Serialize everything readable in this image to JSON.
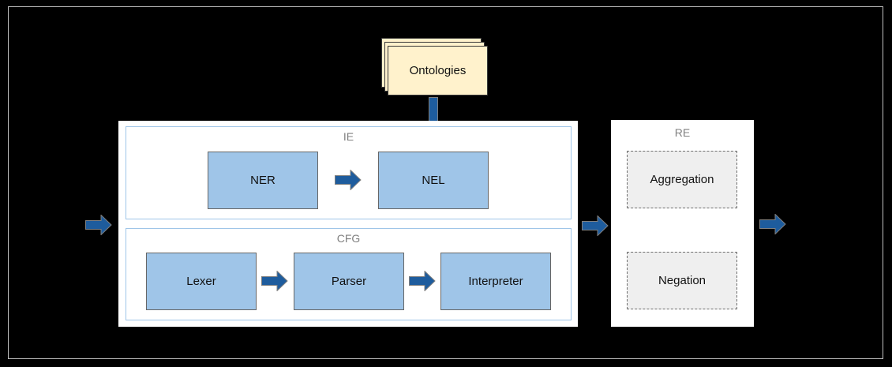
{
  "colors": {
    "background": "#000000",
    "frame-border": "#c0c0c0",
    "panel-bg": "#ffffff",
    "node-fill": "#9fc5e8",
    "node-border": "#666666",
    "section-border": "#9fc5e8",
    "section-label": "#808080",
    "arrow-blue": "#1e5c9d",
    "arrow-outline": "#808080",
    "ontology-fill": "#fff2cc",
    "ontology-border": "#383838",
    "dashed-fill": "#efefef",
    "dashed-border": "#6e6e6e"
  },
  "ontology": {
    "label": "Ontologies"
  },
  "sections": {
    "ie": {
      "label": "IE",
      "boxes": [
        {
          "label": "NER"
        },
        {
          "label": "NEL"
        }
      ]
    },
    "cfg": {
      "label": "CFG",
      "boxes": [
        {
          "label": "Lexer"
        },
        {
          "label": "Parser"
        },
        {
          "label": "Interpreter"
        }
      ]
    },
    "re": {
      "label": "RE",
      "boxes": [
        {
          "label": "Aggregation"
        },
        {
          "label": "Negation"
        }
      ]
    }
  },
  "edges": [
    {
      "name": "input-arrow",
      "from": "input",
      "to": "pipeline-panel"
    },
    {
      "name": "ontologies-to-nel-arrow",
      "from": "Ontologies",
      "to": "NEL"
    },
    {
      "name": "ner-to-nel-arrow",
      "from": "NER",
      "to": "NEL"
    },
    {
      "name": "lexer-to-parser-arrow",
      "from": "Lexer",
      "to": "Parser"
    },
    {
      "name": "parser-to-interpreter-arrow",
      "from": "Parser",
      "to": "Interpreter"
    },
    {
      "name": "pipeline-to-re-arrow",
      "from": "pipeline-panel",
      "to": "RE"
    },
    {
      "name": "output-arrow",
      "from": "RE",
      "to": "output"
    }
  ]
}
